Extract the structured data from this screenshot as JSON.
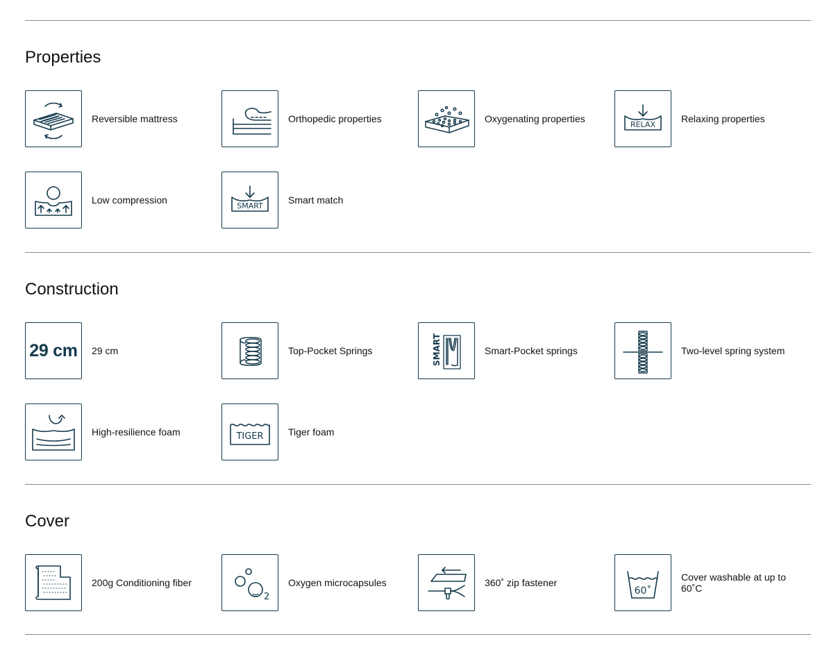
{
  "colors": {
    "icon_stroke": "#153a4c",
    "rule": "#8a8a8a",
    "text": "#111111"
  },
  "sections": [
    {
      "title": "Properties",
      "items": [
        {
          "label": "Reversible mattress",
          "icon": "reversible-mattress-icon"
        },
        {
          "label": "Orthopedic properties",
          "icon": "orthopedic-icon"
        },
        {
          "label": "Oxygenating properties",
          "icon": "oxygenating-icon"
        },
        {
          "label": "Relaxing properties",
          "icon": "relax-icon",
          "icon_text": "RELAX"
        },
        {
          "label": "Low compression",
          "icon": "low-compression-icon"
        },
        {
          "label": "Smart match",
          "icon": "smart-match-icon",
          "icon_text": "SMART"
        }
      ]
    },
    {
      "title": "Construction",
      "items": [
        {
          "label": "29 cm",
          "icon": "height-29cm-icon",
          "icon_text": "29 cm"
        },
        {
          "label": "Top-Pocket Springs",
          "icon": "pocket-spring-icon"
        },
        {
          "label": "Smart-Pocket springs",
          "icon": "smart-pocket-spring-icon",
          "icon_text": "SMART"
        },
        {
          "label": "Two-level spring system",
          "icon": "two-level-spring-icon"
        },
        {
          "label": "High-resilience foam",
          "icon": "high-resilience-foam-icon"
        },
        {
          "label": "Tiger foam",
          "icon": "tiger-foam-icon",
          "icon_text": "TIGER"
        }
      ]
    },
    {
      "title": "Cover",
      "items": [
        {
          "label": "200g Conditioning fiber",
          "icon": "conditioning-fiber-icon"
        },
        {
          "label": "Oxygen microcapsules",
          "icon": "oxygen-microcapsules-icon",
          "icon_text": "2"
        },
        {
          "label": "360˚ zip fastener",
          "icon": "zip-fastener-icon"
        },
        {
          "label": "Cover washable at up to 60˚C",
          "icon": "washable-60-icon",
          "icon_text": "60˚"
        }
      ]
    }
  ]
}
